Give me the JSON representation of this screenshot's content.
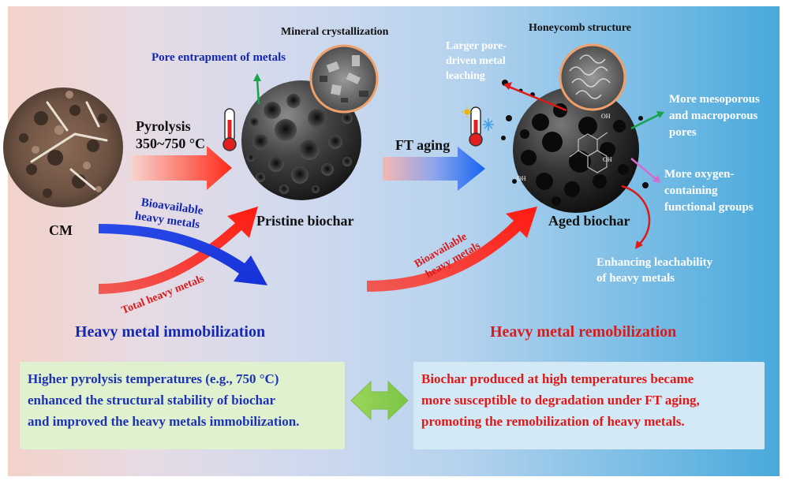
{
  "labels": {
    "cm": "CM",
    "pyrolysis": "Pyrolysis",
    "pyrolysis_temp": "350~750 °C",
    "bioavailable_left_1": "Bioavailable",
    "bioavailable_left_2": "heavy metals",
    "total_heavy_metals": "Total heavy metals",
    "pristine_biochar": "Pristine biochar",
    "mineral_crystallization": "Mineral crystallization",
    "pore_entrapment": "Pore entrapment of metals",
    "ft_aging": "FT aging",
    "bioavailable_right_1": "Bioavailable",
    "bioavailable_right_2": "heavy metals",
    "aged_biochar": "Aged biochar",
    "honeycomb": "Honeycomb structure",
    "larger_pore_1": "Larger pore-",
    "larger_pore_2": "driven metal",
    "larger_pore_3": "leaching",
    "mesoporous_1": "More mesoporous",
    "mesoporous_2": "and macroporous",
    "mesoporous_3": "pores",
    "oxygen_1": "More oxygen-",
    "oxygen_2": "containing",
    "oxygen_3": "functional groups",
    "leachability_1": "Enhancing leachability",
    "leachability_2": "of heavy metals",
    "oh_1": "OH",
    "oh_2": "OH",
    "oh_3": "OH"
  },
  "sections": {
    "left_title": "Heavy metal immobilization",
    "right_title": "Heavy metal remobilization"
  },
  "conclusions": {
    "left": [
      "Higher pyrolysis temperatures (e.g., 750 °C)",
      "enhanced the structural stability of biochar",
      "and improved the heavy metals immobilization."
    ],
    "right": [
      "Biochar produced at high temperatures became",
      "more susceptible to degradation under FT aging,",
      "promoting the remobilization of heavy metals."
    ]
  },
  "colors": {
    "blue_text": "#1528b3",
    "red_text": "#dd1a1a",
    "left_box": "#dff1cf",
    "right_box": "#d4e9f6",
    "double_arrow": "#8fd14f"
  },
  "icons": [
    "thermometer-icon",
    "snowflake-icon",
    "sun-icon",
    "double-arrow-icon"
  ]
}
